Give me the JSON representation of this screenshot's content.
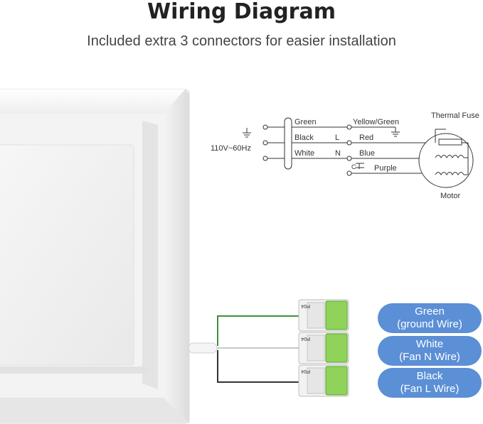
{
  "header": {
    "title": "Wiring Diagram",
    "subtitle": "Included extra 3 connectors for easier installation"
  },
  "schematic": {
    "supply_label": "110V~60Hz",
    "house_wires": [
      "Green",
      "Black",
      "White"
    ],
    "line_letters": [
      "L",
      "N"
    ],
    "fan_wires": [
      "Yellow/Green",
      "Red",
      "Blue",
      "Purple"
    ],
    "capacitor_letter": "C",
    "thermal_fuse_label": "Thermal Fuse",
    "motor_label": "Motor"
  },
  "connectors": {
    "brand_text": "P04",
    "count": 3,
    "lever_color": "#8fd35a"
  },
  "legend": [
    {
      "line1": "Green",
      "line2": "(ground Wire)"
    },
    {
      "line1": "White",
      "line2": "(Fan N Wire)"
    },
    {
      "line1": "Black",
      "line2": "(Fan L Wire)"
    }
  ],
  "colors": {
    "accent_pill": "#5b8fd6",
    "title": "#222222",
    "wire_green": "#3f8f3a"
  }
}
